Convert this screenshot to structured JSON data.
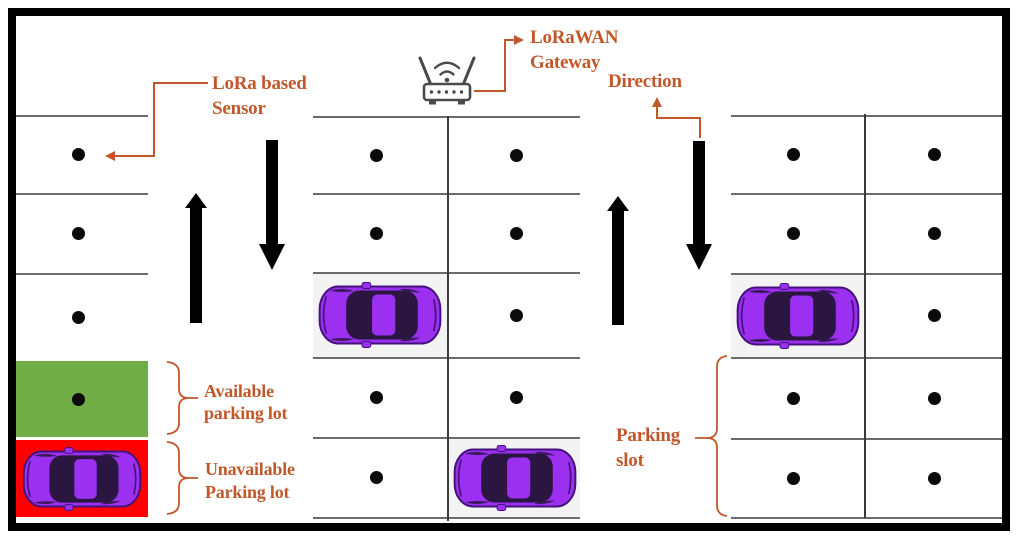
{
  "figure": {
    "type": "smart-parking-lorawan-diagram"
  },
  "labels": {
    "lora_sensor": {
      "line1": "LoRa based",
      "line2": "Sensor"
    },
    "lorawan_gateway": {
      "line1": "LoRaWAN",
      "line2": "Gateway"
    },
    "direction": "Direction",
    "available": {
      "line1": "Available",
      "line2": "parking lot"
    },
    "unavailable": {
      "line1": "Unavailable",
      "line2": "Parking lot"
    },
    "parking_slot": {
      "line1": "Parking",
      "line2": "slot"
    }
  },
  "icons": {
    "gateway": "wifi-router-icon",
    "sensor": "black-dot-sensor-icon",
    "car": "purple-car-top-view",
    "direction_arrows": [
      "up-arrow",
      "down-arrow"
    ]
  },
  "colors": {
    "label_orange": "#C0582B",
    "available_green": "#70AD47",
    "unavailable_red": "#FE0000",
    "car_body_purple": "#9B30F0",
    "car_window_dark": "#2A1640",
    "grid_line_gray": "#6B6B6B",
    "divider_dark": "#3A3A3A",
    "arrow_black": "#000000"
  },
  "parking": {
    "columns": [
      {
        "name": "left",
        "slots": [
          {
            "content": "sensor",
            "state": "normal"
          },
          {
            "content": "sensor",
            "state": "normal"
          },
          {
            "content": "sensor",
            "state": "normal"
          },
          {
            "content": "sensor",
            "state": "available"
          },
          {
            "content": "car",
            "state": "unavailable"
          }
        ]
      },
      {
        "name": "center-left",
        "slots": [
          {
            "content": "sensor",
            "state": "normal"
          },
          {
            "content": "sensor",
            "state": "normal"
          },
          {
            "content": "car",
            "state": "occupied"
          },
          {
            "content": "sensor",
            "state": "normal"
          },
          {
            "content": "sensor",
            "state": "normal"
          }
        ]
      },
      {
        "name": "center-right",
        "slots": [
          {
            "content": "sensor",
            "state": "normal"
          },
          {
            "content": "sensor",
            "state": "normal"
          },
          {
            "content": "sensor",
            "state": "normal"
          },
          {
            "content": "sensor",
            "state": "normal"
          },
          {
            "content": "car",
            "state": "occupied"
          }
        ]
      },
      {
        "name": "right-left",
        "slots": [
          {
            "content": "sensor",
            "state": "normal"
          },
          {
            "content": "sensor",
            "state": "normal"
          },
          {
            "content": "car",
            "state": "occupied"
          },
          {
            "content": "sensor",
            "state": "normal"
          },
          {
            "content": "sensor",
            "state": "normal"
          }
        ]
      },
      {
        "name": "right-right",
        "slots": [
          {
            "content": "sensor",
            "state": "normal"
          },
          {
            "content": "sensor",
            "state": "normal"
          },
          {
            "content": "sensor",
            "state": "normal"
          },
          {
            "content": "sensor",
            "state": "normal"
          },
          {
            "content": "sensor",
            "state": "normal"
          }
        ]
      }
    ]
  }
}
